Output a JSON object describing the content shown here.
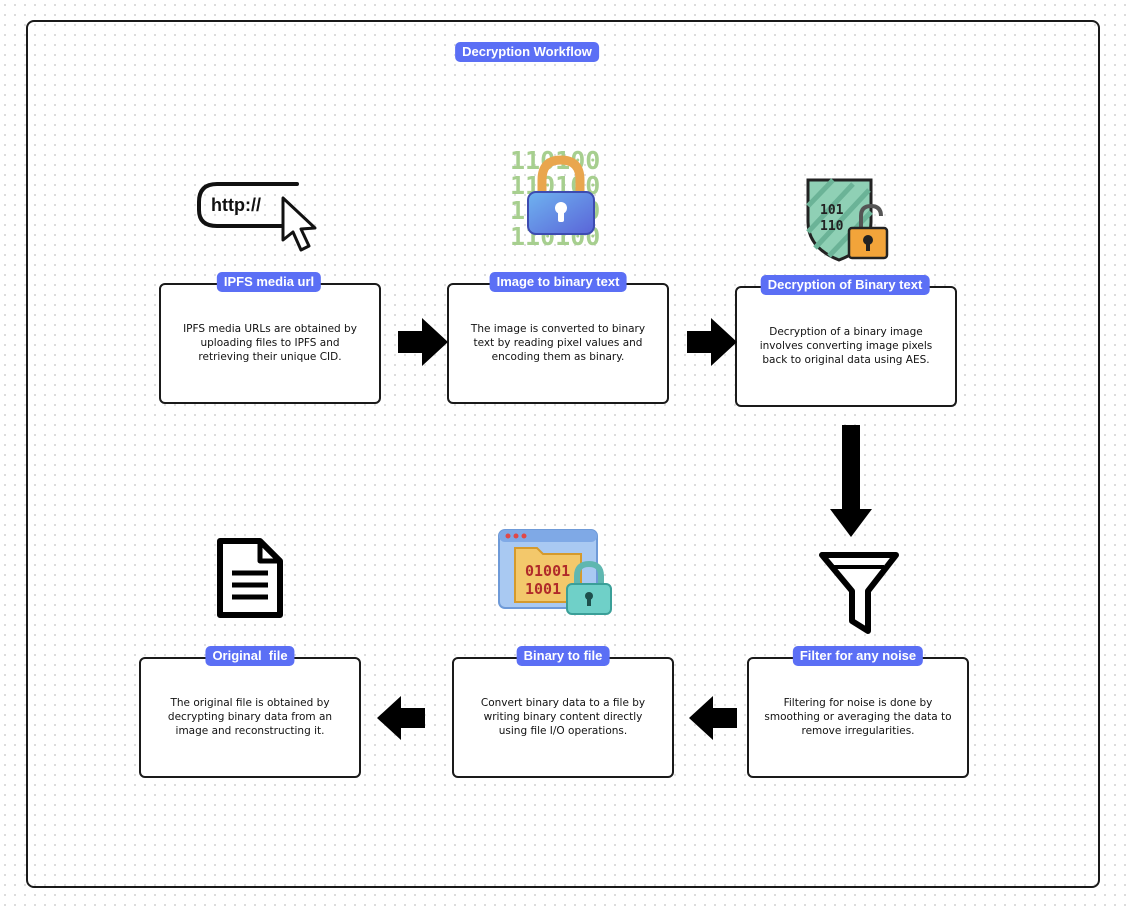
{
  "title": "Decryption Workflow",
  "steps": [
    {
      "label": "IPFS media url",
      "description": "IPFS media URLs are obtained by uploading files to IPFS and retrieving their unique CID.",
      "icon": "http-cursor-icon"
    },
    {
      "label": "Image to binary text",
      "description": "The image is converted to binary text by reading pixel values and encoding them as binary.",
      "icon": "binary-lock-icon"
    },
    {
      "label": "Decryption of Binary text",
      "description": "Decryption of a binary image involves converting image pixels back to original data using AES.",
      "icon": "shield-padlock-icon"
    },
    {
      "label": "Filter for any noise",
      "description": "Filtering for noise is done by smoothing or averaging the data to remove irregularities.",
      "icon": "funnel-icon"
    },
    {
      "label": "Binary to file",
      "description": "Convert binary data to a file by writing binary content directly using file I/O operations.",
      "icon": "binary-folder-lock-icon"
    },
    {
      "label": "Original  file",
      "description": "The original file is obtained by decrypting binary data from an image and reconstructing it.",
      "icon": "document-icon"
    }
  ],
  "icon_text": {
    "http": "http://",
    "binary_rows": [
      "110100",
      "110100",
      "110100",
      "110100"
    ],
    "shield_bits": [
      "101",
      "110"
    ],
    "folder_bits": [
      "01001",
      "1001"
    ]
  },
  "colors": {
    "accent": "#5b6ff5",
    "border": "#1a1a1a",
    "arrow": "#000000",
    "binary_green": "#a7cf8f"
  }
}
